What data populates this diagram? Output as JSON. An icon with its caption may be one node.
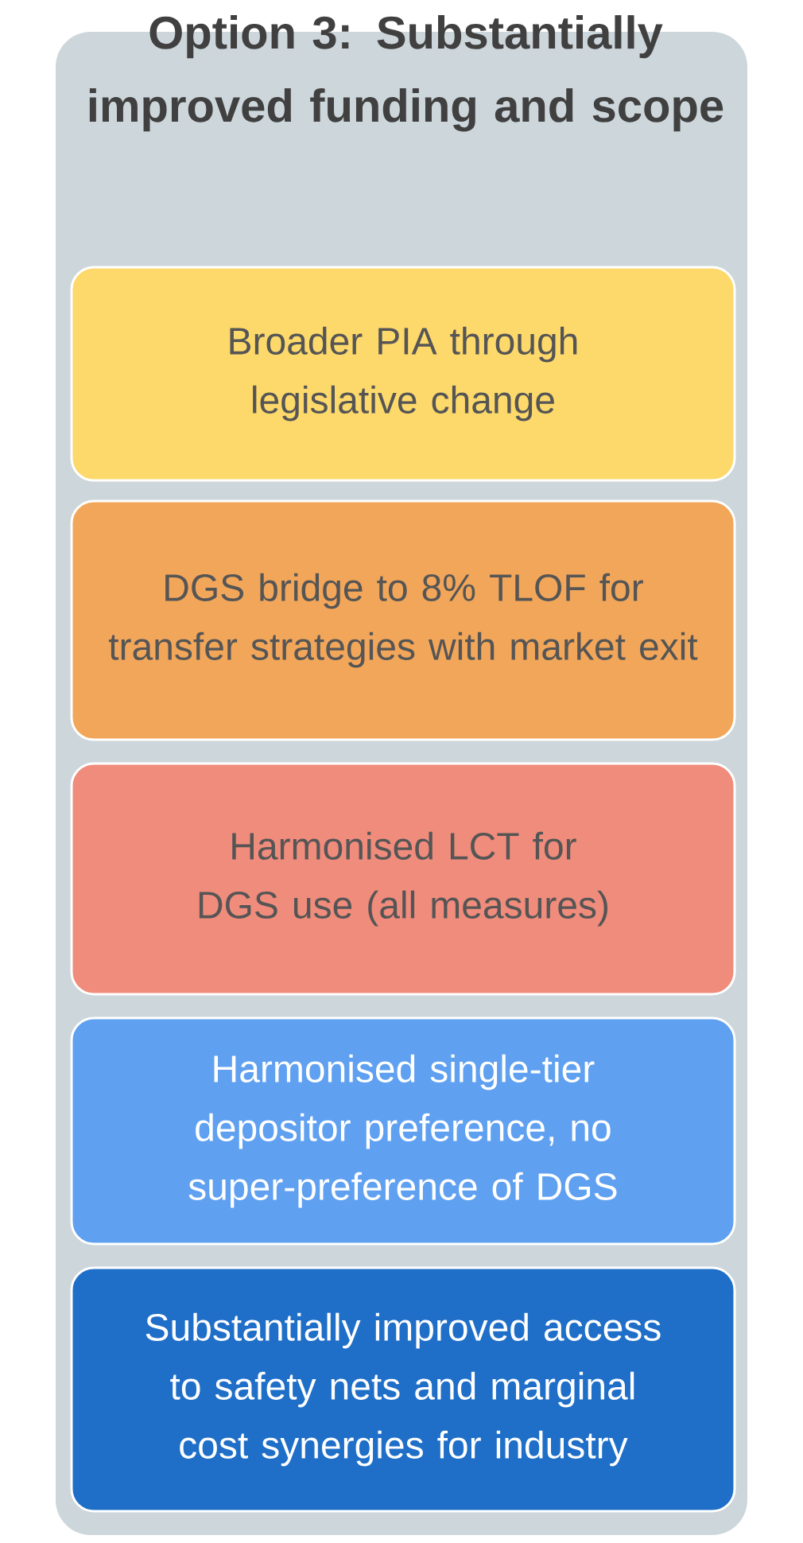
{
  "diagram": {
    "nodes": [
      {
        "text": [
          "Option 3: Substantially improved funding and scope"
        ]
      },
      {
        "text": [
          "Broader PIA through legislative change"
        ],
        "in": 0
      },
      {
        "text": [
          "DGS bridge to 8% TLOF for transfer strategies with market exit"
        ],
        "in": 0
      },
      {
        "text": [
          "Harmonised LCT for DGS use (all measures)"
        ],
        "in": 0
      },
      {
        "text": [
          "Harmonised single-tier depositor preference, no super-preference of DGS"
        ],
        "in": 0
      },
      {
        "text": [
          "Substantially improved access to safety nets and marginal cost synergies for industry"
        ],
        "in": 0
      }
    ]
  }
}
